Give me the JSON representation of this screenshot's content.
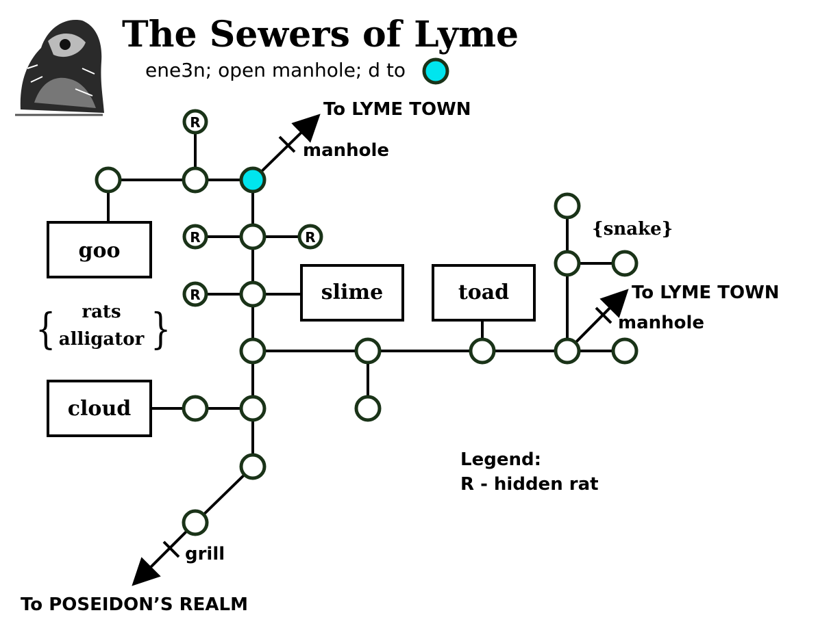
{
  "title": "The Sewers of Lyme",
  "subtitle": "ene3n; open manhole; d to",
  "colors": {
    "start_node": "#00e5ee",
    "node_stroke": "#1a3318",
    "line": "#000000"
  },
  "logo": {
    "icon": "sewer-creature-etching-icon"
  },
  "exits": {
    "lyme_town_top": "To LYME TOWN",
    "lyme_town_right": "To LYME TOWN",
    "poseidon": "To POSEIDON’S REALM"
  },
  "passages": {
    "manhole_top": "manhole",
    "manhole_right": "manhole",
    "grill": "grill"
  },
  "rooms": {
    "goo": "goo",
    "slime": "slime",
    "toad": "toad",
    "cloud": "cloud"
  },
  "monsters": {
    "snake": "{snake}",
    "rats": "rats",
    "alligator": "alligator",
    "brace_open": "{",
    "brace_close": "}"
  },
  "hidden_rat_marker": "R",
  "legend": {
    "heading": "Legend:",
    "entry": "R - hidden rat"
  }
}
